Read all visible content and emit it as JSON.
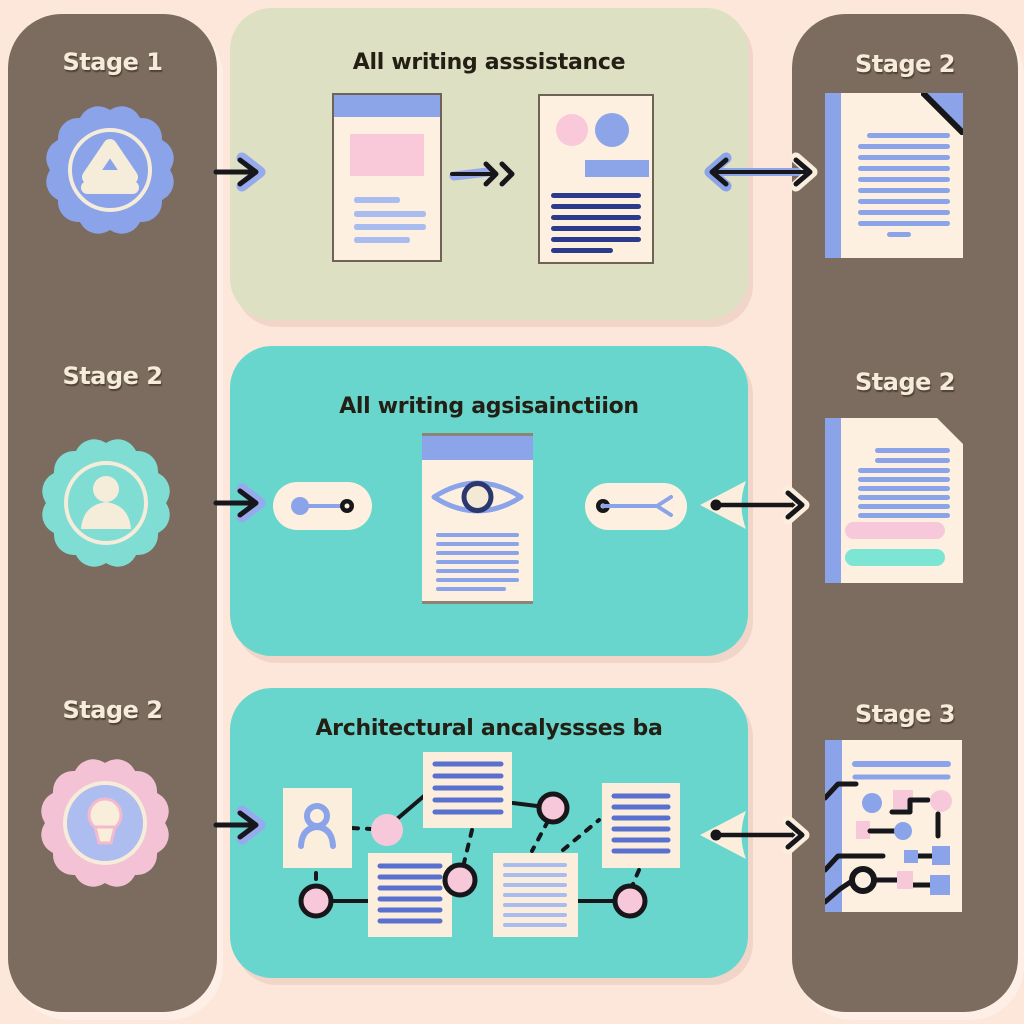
{
  "left_column": {
    "stages": [
      {
        "label": "Stage 1",
        "icon": "gear-blob-icon"
      },
      {
        "label": "Stage 2",
        "icon": "gear-person-icon"
      },
      {
        "label": "Stage 2",
        "icon": "gear-lightbulb-icon"
      }
    ]
  },
  "right_column": {
    "stages": [
      {
        "label": "Stage 2",
        "icon": "document-text-folded-icon"
      },
      {
        "label": "Stage 2",
        "icon": "document-highlights-icon"
      },
      {
        "label": "Stage 3",
        "icon": "document-flowchart-icon"
      }
    ]
  },
  "panels": [
    {
      "title": "All writing asssistance",
      "icons": [
        "document-preview-icon",
        "double-chevron-arrow-icon",
        "document-text-icon"
      ]
    },
    {
      "title": "All writing agsisainctiion",
      "icons": [
        "slider-pill-icon",
        "document-eye-icon",
        "slider-fork-pill-icon",
        "funnel-icon"
      ]
    },
    {
      "title": "Architectural ancalyssses ba",
      "icons": [
        "person-card-icon",
        "document-cards",
        "connector-nodes",
        "funnel-icon"
      ]
    }
  ],
  "palette": {
    "background": "#fce7da",
    "column": "#7b6c5f",
    "panel_top": "#dde0c3",
    "panel_teal": "#68d6cc",
    "cream": "#fdf0e0",
    "periwinkle": "#8ba3e8",
    "periwinkle_light": "#a9bcf0",
    "navy": "#2c3a8c",
    "pink": "#f7c8d9",
    "ink": "#1c1c1c"
  }
}
